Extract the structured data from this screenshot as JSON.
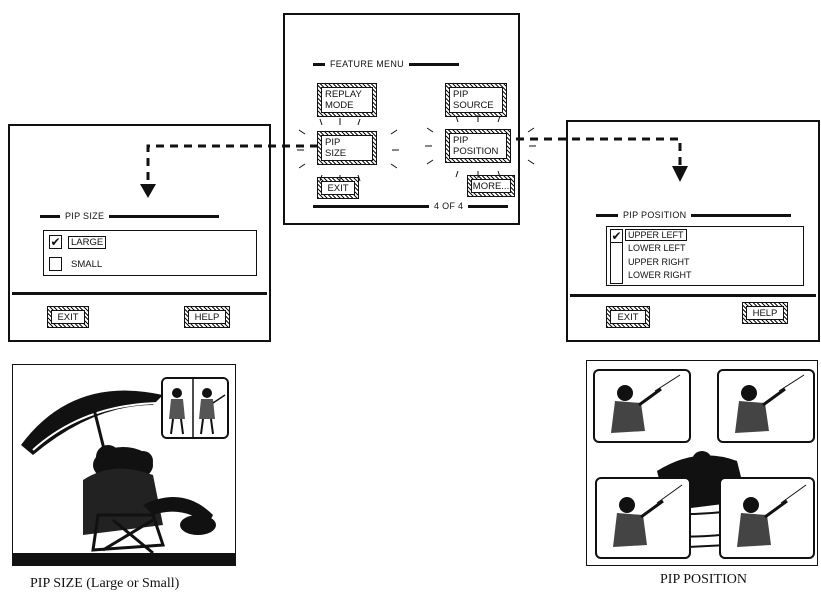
{
  "feature_menu": {
    "title": "FEATURE MENU",
    "buttons": {
      "replay_mode": [
        "REPLAY",
        "MODE"
      ],
      "pip_size": [
        "PIP",
        "SIZE"
      ],
      "exit": "EXIT",
      "pip_source": [
        "PIP",
        "SOURCE"
      ],
      "pip_position": [
        "PIP",
        "POSITION"
      ],
      "more": "MORE..."
    },
    "page_indicator": "4 OF 4"
  },
  "pip_size_menu": {
    "title": "PIP SIZE",
    "options": [
      {
        "label": "LARGE",
        "checked": true
      },
      {
        "label": "SMALL",
        "checked": false
      }
    ],
    "exit_label": "EXIT",
    "help_label": "HELP"
  },
  "pip_position_menu": {
    "title": "PIP POSITION",
    "options": [
      {
        "label": "UPPER LEFT",
        "checked": true
      },
      {
        "label": "LOWER LEFT",
        "checked": false
      },
      {
        "label": "UPPER RIGHT",
        "checked": false
      },
      {
        "label": "LOWER RIGHT",
        "checked": false
      }
    ],
    "exit_label": "EXIT",
    "help_label": "HELP"
  },
  "captions": {
    "left": "PIP SIZE (Large or Small)",
    "right": "PIP POSITION"
  },
  "icons": {
    "check": "checkmark-icon",
    "arrow": "dashed-arrow-icon"
  }
}
